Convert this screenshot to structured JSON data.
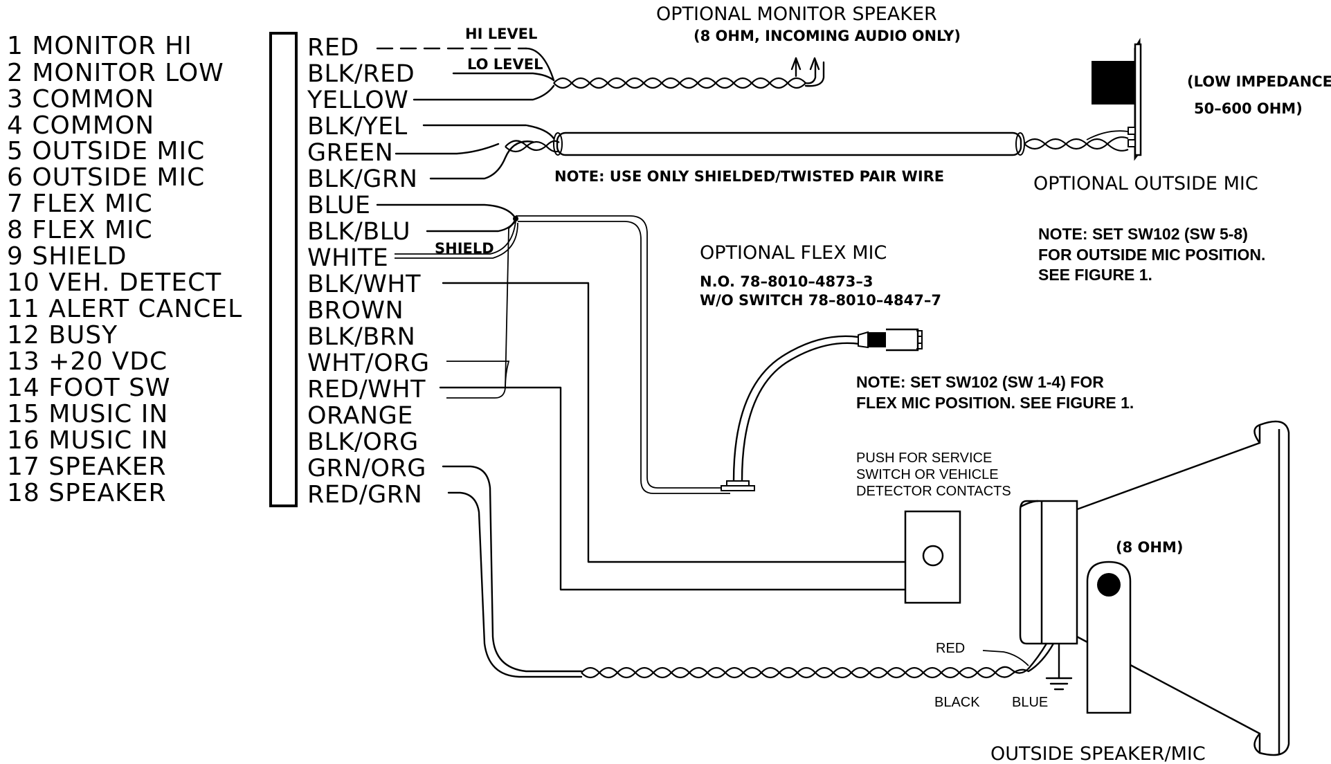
{
  "terminals": [
    {
      "label": "1 MONITOR HI",
      "color": "RED"
    },
    {
      "label": "2 MONITOR LOW",
      "color": "BLK/RED"
    },
    {
      "label": "3 COMMON",
      "color": "YELLOW"
    },
    {
      "label": "4 COMMON",
      "color": "BLK/YEL"
    },
    {
      "label": "5 OUTSIDE MIC",
      "color": "GREEN"
    },
    {
      "label": "6 OUTSIDE MIC",
      "color": "BLK/GRN"
    },
    {
      "label": "7 FLEX MIC",
      "color": "BLUE"
    },
    {
      "label": "8 FLEX MIC",
      "color": "BLK/BLU"
    },
    {
      "label": "9 SHIELD",
      "color": "WHITE"
    },
    {
      "label": "10 VEH. DETECT",
      "color": "BLK/WHT"
    },
    {
      "label": "11 ALERT CANCEL",
      "color": "BROWN"
    },
    {
      "label": "12 BUSY",
      "color": "BLK/BRN"
    },
    {
      "label": "13 +20 VDC",
      "color": "WHT/ORG"
    },
    {
      "label": "14 FOOT SW",
      "color": "RED/WHT"
    },
    {
      "label": "15 MUSIC IN",
      "color": "ORANGE"
    },
    {
      "label": "16 MUSIC IN",
      "color": "BLK/ORG"
    },
    {
      "label": "17 SPEAKER",
      "color": "GRN/ORG"
    },
    {
      "label": "18 SPEAKER",
      "color": "RED/GRN"
    }
  ],
  "monitor": {
    "title": "OPTIONAL MONITOR SPEAKER",
    "subtitle": "(8 OHM, INCOMING AUDIO ONLY)",
    "hi_level": "HI LEVEL",
    "lo_level": "LO LEVEL"
  },
  "outside_mic": {
    "impedance_line1": "(LOW IMPEDANCE",
    "impedance_line2": "50–600 OHM)",
    "shield_note": "NOTE: USE ONLY SHIELDED/TWISTED PAIR WIRE",
    "title": "OPTIONAL OUTSIDE MIC",
    "note": [
      "NOTE: SET SW102 (SW 5-8)",
      "FOR OUTSIDE MIC POSITION.",
      "SEE FIGURE 1."
    ]
  },
  "flex_mic": {
    "title": "OPTIONAL FLEX MIC",
    "part_no": "N.O. 78–8010–4873–3",
    "part_wo": "W/O SWITCH 78–8010–4847–7",
    "shield_label": "SHIELD",
    "note": [
      "NOTE: SET SW102 (SW 1-4) FOR",
      "FLEX MIC POSITION. SEE FIGURE 1."
    ]
  },
  "push_switch": {
    "label": [
      "PUSH FOR SERVICE",
      "SWITCH OR VEHICLE",
      "DETECTOR CONTACTS"
    ]
  },
  "speaker": {
    "ohm": "(8 OHM)",
    "red": "RED",
    "black": "BLACK",
    "blue": "BLUE",
    "title": "OUTSIDE SPEAKER/MIC"
  }
}
